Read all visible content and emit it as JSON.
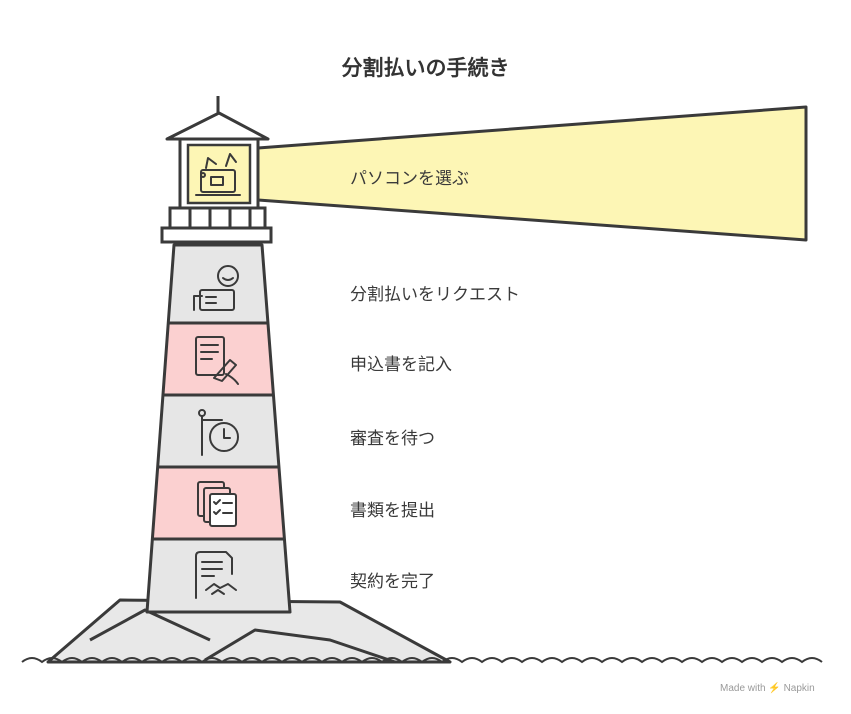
{
  "title": "分割払いの手続き",
  "steps": [
    {
      "label": "パソコンを選ぶ",
      "icon": "laptop-shopping-icon"
    },
    {
      "label": "分割払いをリクエスト",
      "icon": "person-request-icon"
    },
    {
      "label": "申込書を記入",
      "icon": "form-writing-icon"
    },
    {
      "label": "審査を待つ",
      "icon": "timer-wait-icon"
    },
    {
      "label": "書類を提出",
      "icon": "documents-checklist-icon"
    },
    {
      "label": "契約を完了",
      "icon": "contract-handshake-icon"
    }
  ],
  "credit": "Made with ⚡ Napkin",
  "colors": {
    "outline": "#3a3a3a",
    "light_beam": "#fdf6b5",
    "band_red": "#fbd0d0",
    "band_gray": "#e6e6e6",
    "rock": "#e8e8e8"
  }
}
